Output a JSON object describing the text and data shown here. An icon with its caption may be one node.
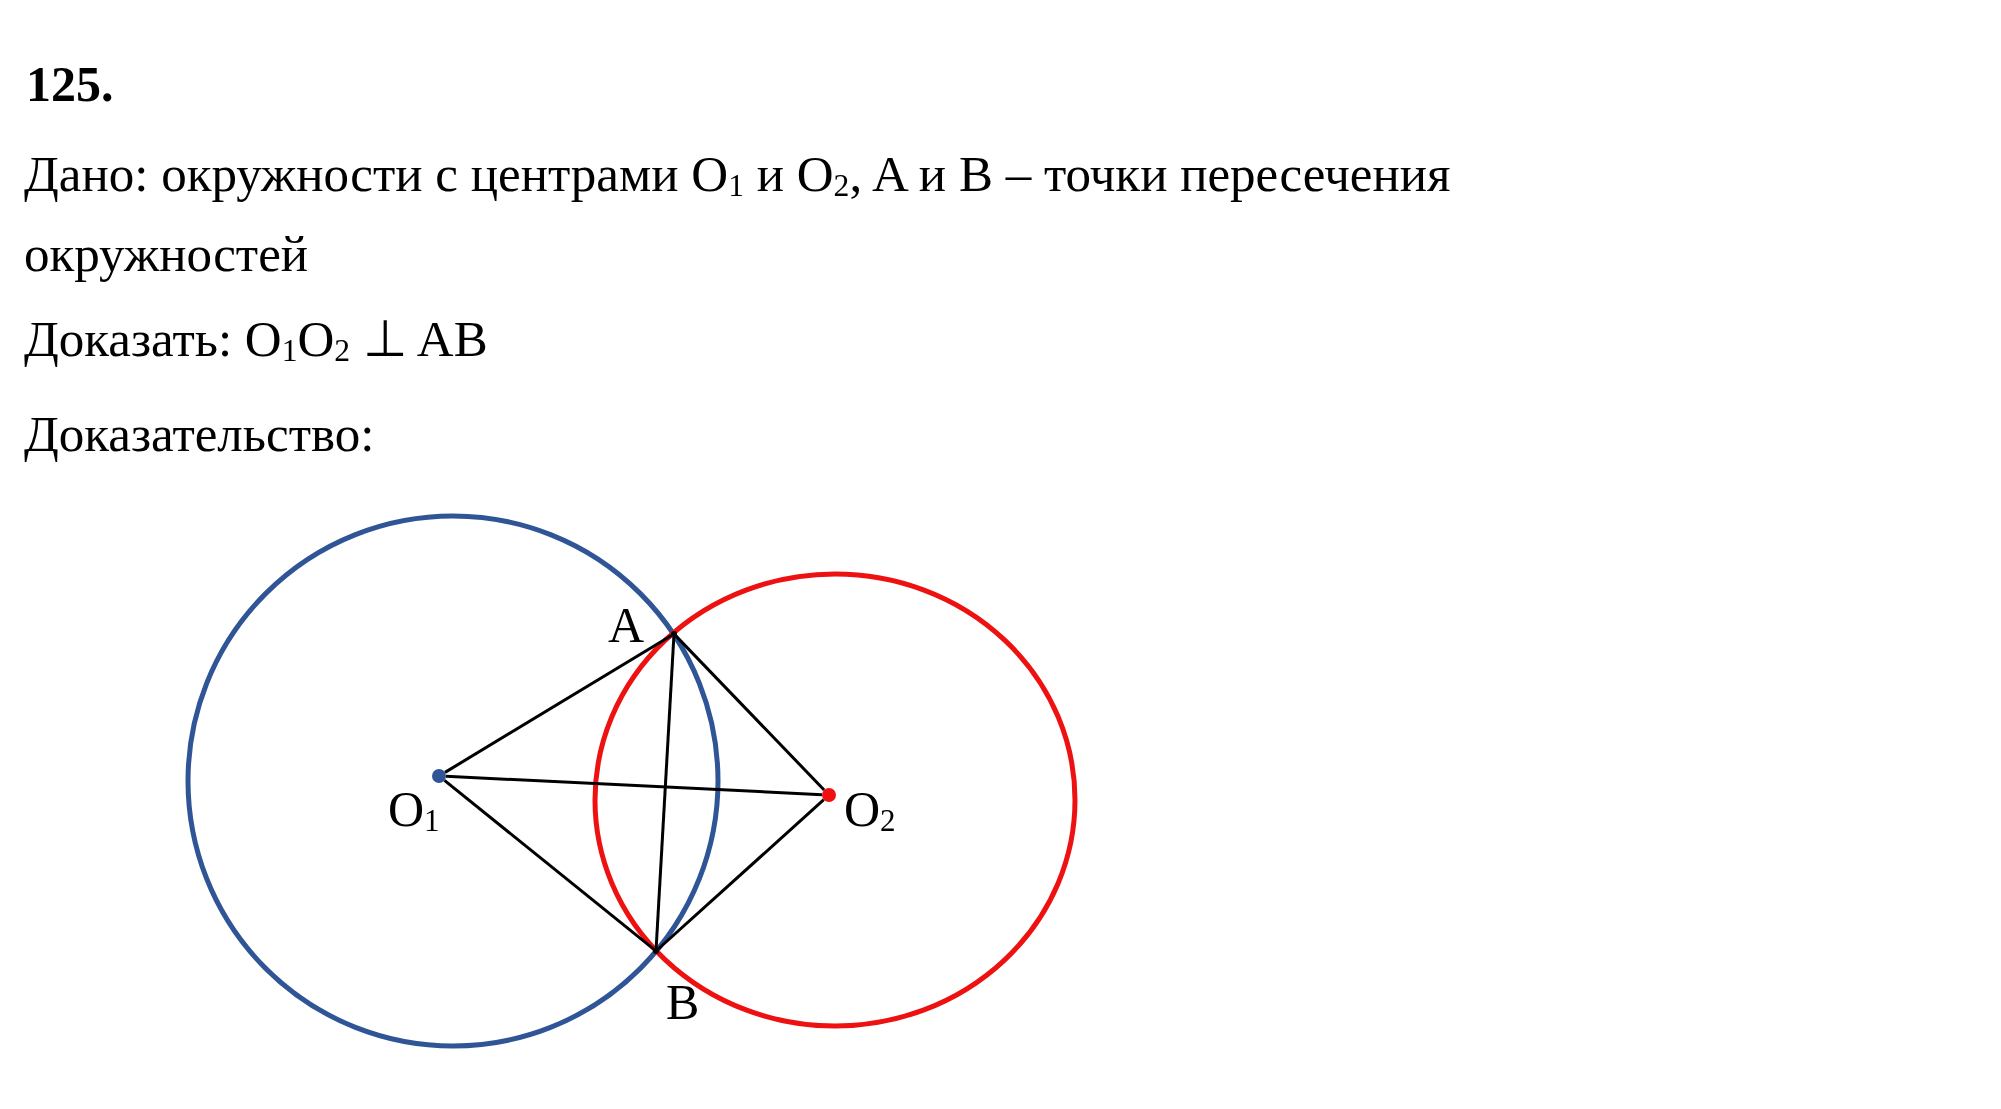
{
  "diagram": {
    "title": "125.",
    "nodes": [
      {
        "text": [],
        "shape": "dot",
        "beside": [
          "O$_{1}$"
        ]
      },
      {
        "text": [],
        "shape": "dot",
        "beside": [
          "A"
        ]
      },
      {
        "text": [],
        "shape": "dot",
        "beside": [
          "O$_{2}$"
        ]
      },
      {
        "text": [],
        "shape": "dot",
        "beside": [
          "B"
        ]
      }
    ],
    "edges": [
      {
        "from": 0,
        "to": 1,
        "arrow": "none"
      },
      {
        "from": 1,
        "to": 2,
        "arrow": "none"
      },
      {
        "from": 2,
        "to": 3,
        "arrow": "none"
      },
      {
        "from": 3,
        "to": 0,
        "arrow": "none"
      },
      {
        "from": 1,
        "to": 3,
        "arrow": "none"
      },
      {
        "from": 0,
        "to": 2,
        "arrow": "none"
      }
    ],
    "labels": [
      "Дано: окружности с центрами O$_{1}$ и O$_{2}$, A и B – точки пересечения окружностей",
      "Доказать: O$_{1}$O$_{2}$ ⊥ AB",
      "Доказательство:"
    ]
  }
}
